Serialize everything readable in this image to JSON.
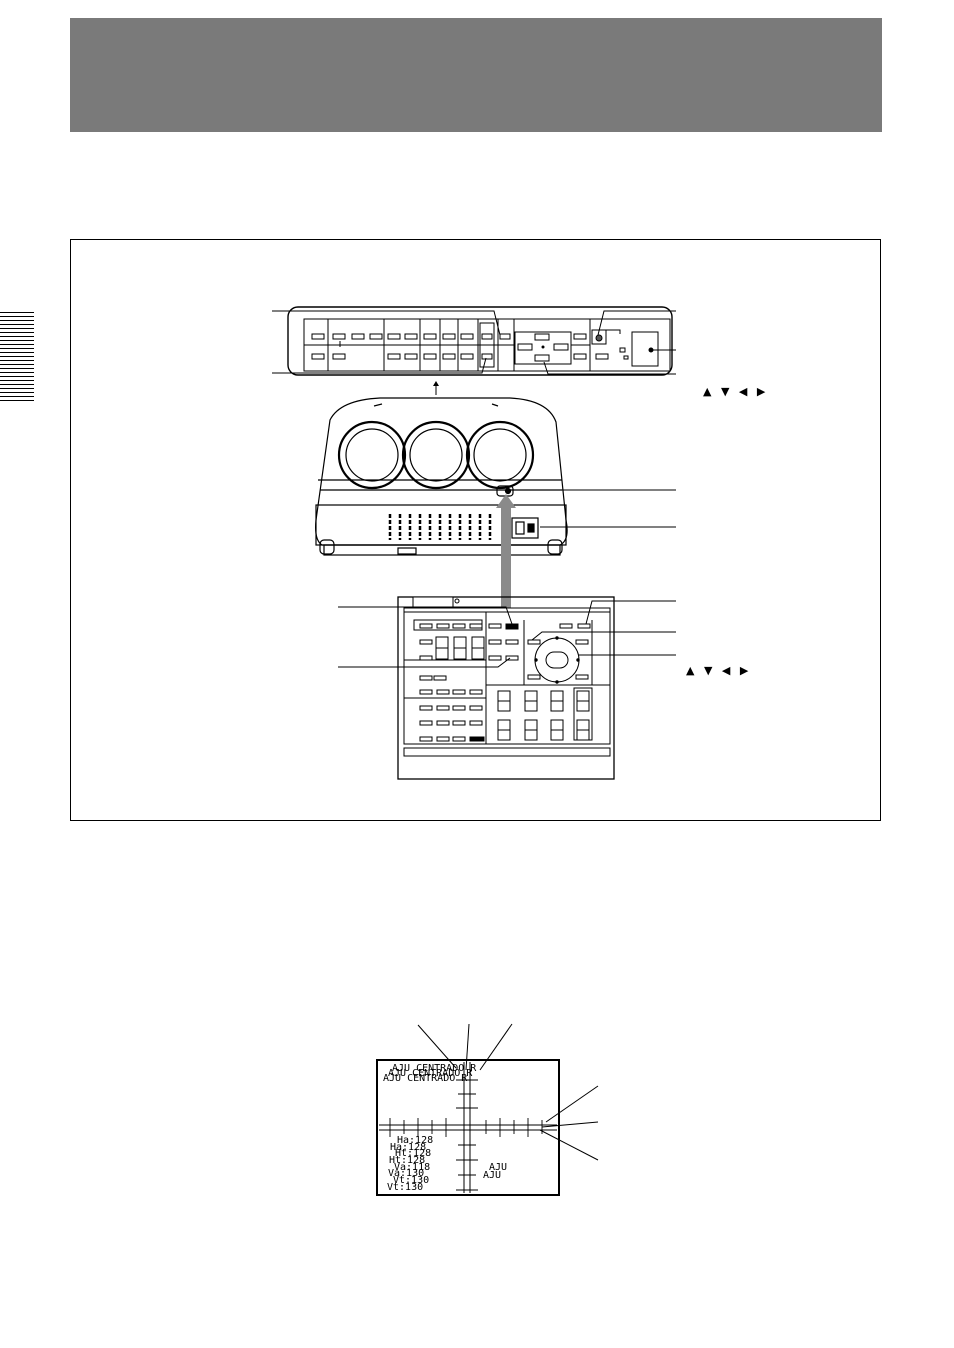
{
  "page": {
    "header_title": "",
    "arrow_keys_label_top": "▲ ▼ ◀ ▶",
    "arrow_keys_label_bottom": "▲ ▼ ◀ ▶"
  },
  "osd_screen": {
    "title_lines": [
      "AJU CENTRADO R",
      "AJU CENTRADO R",
      "AJU CENTRADO R"
    ],
    "values": [
      "Ha:128",
      "Ha:128",
      "Ht:128",
      "Ht:128",
      "Va:118",
      "Va:130",
      "Vt:130",
      "Vt:130"
    ],
    "corner_text": [
      "AJU",
      "AJU"
    ]
  }
}
